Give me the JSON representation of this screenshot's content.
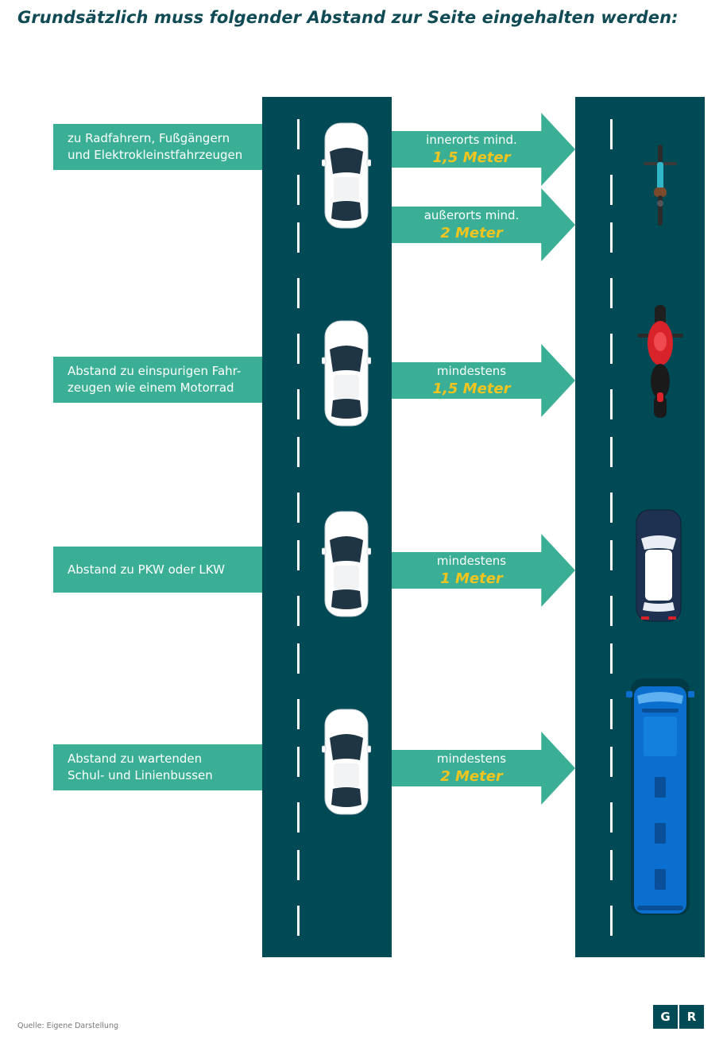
{
  "title": "Grundsätzlich muss folgender Abstand zur Seite eingehalten werden:",
  "rows": [
    {
      "label_lines": [
        "zu Radfahrern, Fußgängern",
        "und Elektrokleinstfahrzeugen"
      ],
      "arrows": [
        {
          "text": "innerorts mind.",
          "value": "1,5 Meter"
        },
        {
          "text": "außerorts mind.",
          "value": "2 Meter"
        }
      ],
      "vehicle": "bicycle-icon"
    },
    {
      "label_lines": [
        "Abstand zu einspurigen Fahr-",
        "zeugen wie einem Motorrad"
      ],
      "arrows": [
        {
          "text": "mindestens",
          "value": "1,5 Meter"
        }
      ],
      "vehicle": "motorcycle-icon"
    },
    {
      "label_lines": [
        "Abstand zu PKW oder LKW"
      ],
      "arrows": [
        {
          "text": "mindestens",
          "value": "1 Meter"
        }
      ],
      "vehicle": "car-icon"
    },
    {
      "label_lines": [
        "Abstand zu wartenden",
        "Schul- und Linienbussen"
      ],
      "arrows": [
        {
          "text": "mindestens",
          "value": "2 Meter"
        }
      ],
      "vehicle": "bus-icon"
    }
  ],
  "source": "Quelle: Eigene Darstellung",
  "logo": {
    "left": "G",
    "right": "R"
  },
  "colors": {
    "road": "#004a56",
    "accent_green": "#3aaf95",
    "highlight_yellow": "#f5c41e",
    "title": "#0f4a55",
    "car_white": "#ffffff",
    "motorcycle_red": "#d8232a",
    "parked_car_navy": "#1e3150",
    "bus_blue": "#0b6fd0"
  }
}
